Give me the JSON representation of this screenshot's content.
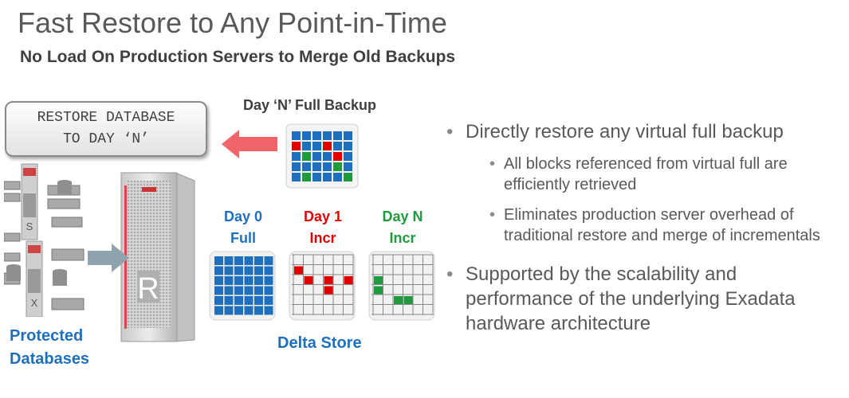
{
  "slide": {
    "title": "Fast Restore to Any Point-in-Time",
    "subtitle": "No Load On Production Servers to Merge Old Backups"
  },
  "restore_command": {
    "line1": "RESTORE DATABASE",
    "line2": "TO DAY ‘N’"
  },
  "full_backup": {
    "label": "Day ‘N’ Full Backup"
  },
  "backups": [
    {
      "line1": "Day 0",
      "line2": "Full",
      "color": "#1f6fbf"
    },
    {
      "line1": "Day 1",
      "line2": "Incr",
      "color": "#e00000"
    },
    {
      "line1": "Day N",
      "line2": "Incr",
      "color": "#1f9a3c"
    }
  ],
  "delta_store": {
    "label": "Delta Store"
  },
  "protected": {
    "line1": "Protected",
    "line2": "Databases"
  },
  "appliance": {
    "letter": "R"
  },
  "servers": [
    {
      "letter": "S"
    },
    {
      "letter": "X"
    }
  ],
  "colors": {
    "block_blue": "#1f6fbf",
    "block_red": "#e00000",
    "block_green": "#1f9a3c",
    "arrow_red": "#f0646a",
    "arrow_gray": "#8da4ae"
  },
  "bullets": [
    {
      "text": "Directly restore any virtual full backup",
      "sub": [
        "All blocks referenced from virtual full are efficiently retrieved",
        "Eliminates production server overhead of traditional restore and merge of incrementals"
      ]
    },
    {
      "text": "Supported by the scalability and performance of the underlying Exadata hardware architecture",
      "sub": []
    }
  ]
}
